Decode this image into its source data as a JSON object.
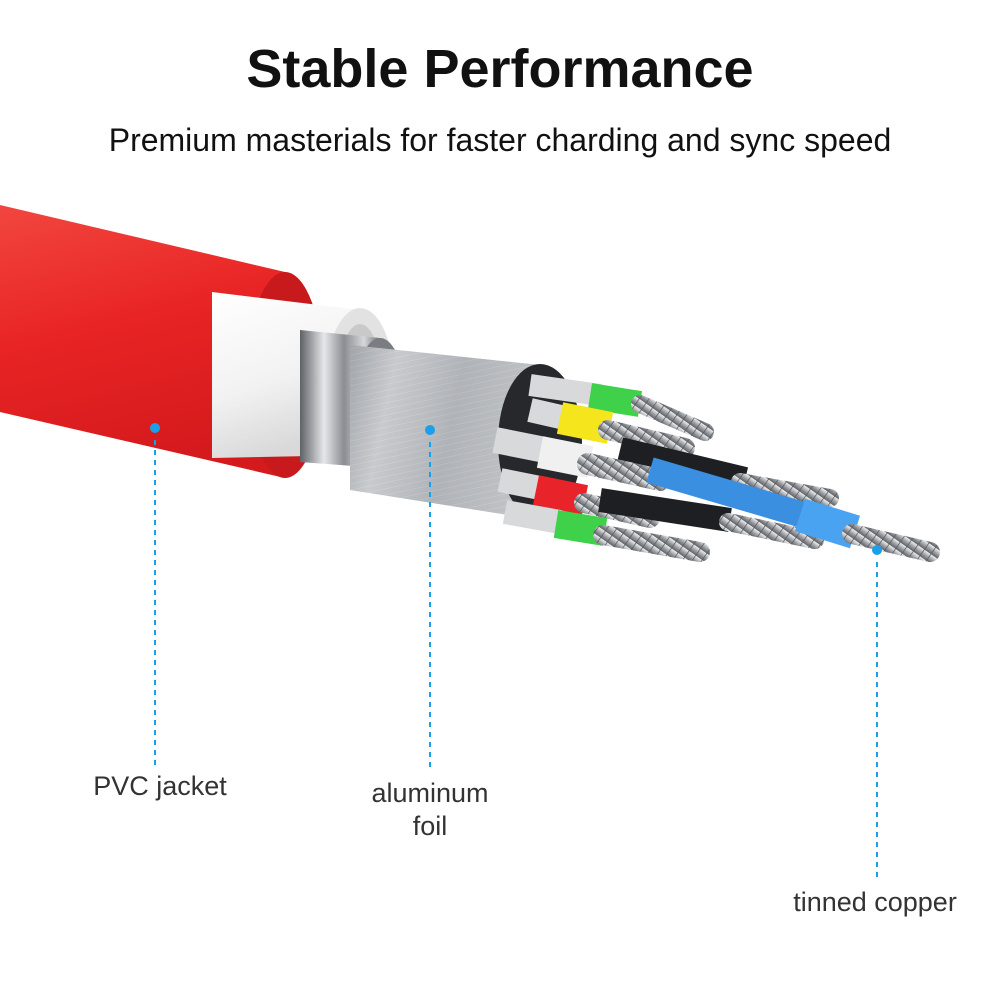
{
  "header": {
    "title": "Stable Performance",
    "subtitle": "Premium masterials for faster charding and sync speed"
  },
  "callouts": [
    {
      "name": "pvc-jacket",
      "label": "PVC jacket"
    },
    {
      "name": "aluminum-foil",
      "label_lines": [
        "aluminum",
        "foil"
      ]
    },
    {
      "name": "tinned-copper",
      "label": "tinned copper"
    }
  ],
  "colors": {
    "jacket": "#ef2b2b",
    "insulation": "#f4f4f4",
    "foil": "#b9bcc0",
    "marker": "#1aa0e8",
    "wire_green": "#3fd14a",
    "wire_yellow": "#f5e51c",
    "wire_red": "#e8232a",
    "wire_blue": "#3a8fe0",
    "wire_white": "#f0f0f0"
  }
}
